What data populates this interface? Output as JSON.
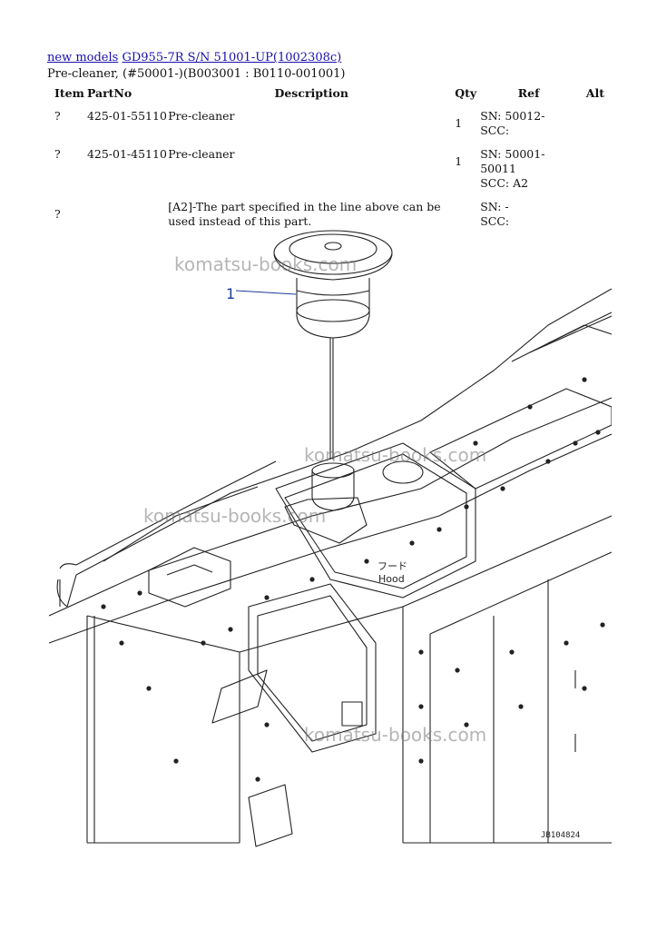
{
  "breadcrumb": {
    "link1": "new models",
    "link2": "GD955-7R S/N  51001-UP(1002308c)"
  },
  "subtitle": "Pre-cleaner, (#50001-)(B003001 : B0110-001001)",
  "table": {
    "headers": {
      "item": "Item",
      "partno": "PartNo",
      "description": "Description",
      "qty": "Qty",
      "ref": "Ref",
      "alt": "Alt"
    },
    "rows": [
      {
        "item": "?",
        "partno": "425-01-55110",
        "description": "Pre-cleaner",
        "qty": "1",
        "sn": "SN: 50012-",
        "scc": "SCC:"
      },
      {
        "item": "?",
        "partno": "425-01-45110",
        "description": "Pre-cleaner",
        "qty": "1",
        "sn": "SN: 50001-50011",
        "scc": "SCC: A2"
      },
      {
        "item": "?",
        "partno": "",
        "description": "[A2]-The part specified in the line above can be used instead of this part.",
        "qty": "",
        "sn": "SN: -",
        "scc": "SCC:"
      }
    ]
  },
  "drawing": {
    "callout": "1",
    "hood_jp": "フード",
    "hood_en": "Hood",
    "drawing_code": "JB104824"
  },
  "watermarks": [
    "komatsu-books.com",
    "komatsu-books.com",
    "komatsu-books.com",
    "komatsu-books.com"
  ]
}
